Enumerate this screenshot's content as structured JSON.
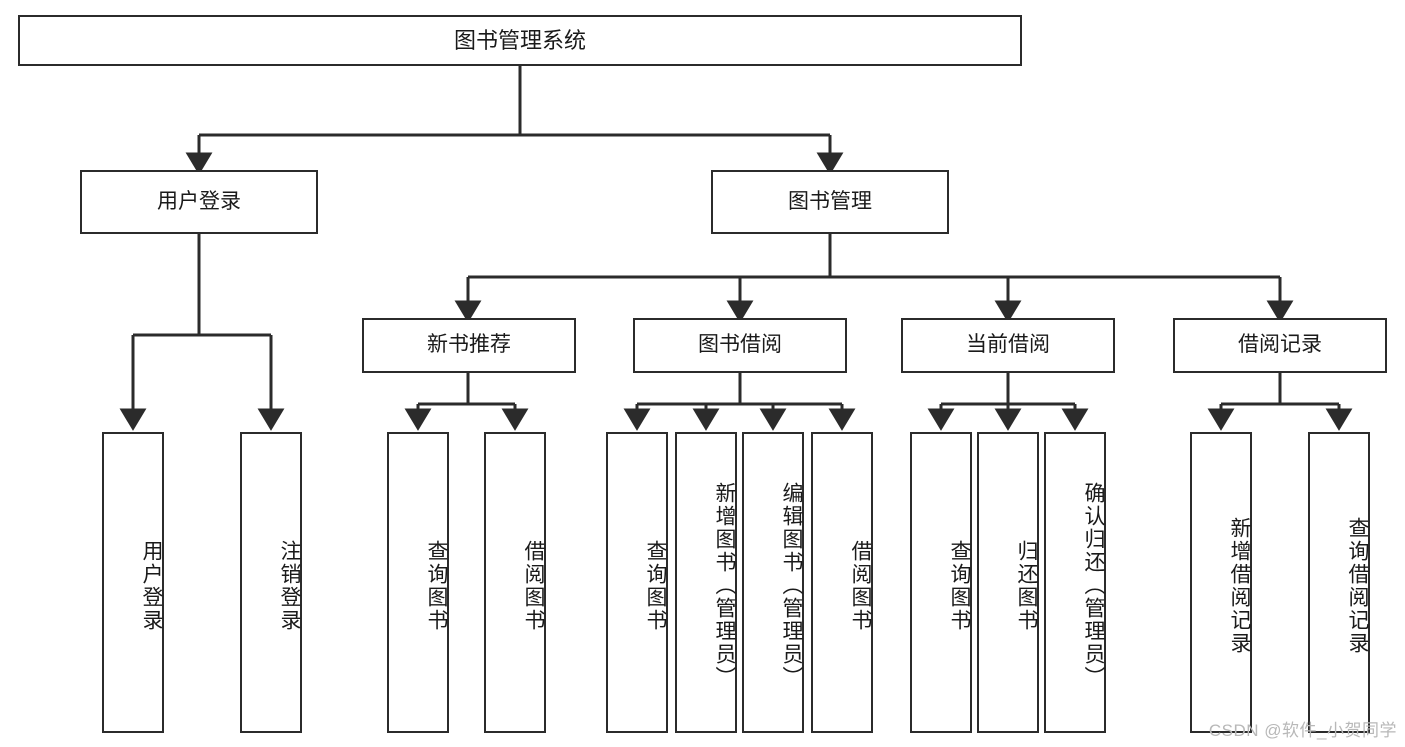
{
  "diagram": {
    "title": "图书管理系统",
    "type": "hierarchy-tree",
    "watermark": "CSDN @软件_小贺同学",
    "colors": {
      "stroke": "#2b2b2b",
      "fill": "#ffffff",
      "text": "#1a1a1a",
      "watermark": "#b8b8b8"
    },
    "levels": {
      "root": {
        "label": "图书管理系统"
      },
      "level2": [
        {
          "id": "user-login",
          "label": "用户登录"
        },
        {
          "id": "book-manage",
          "label": "图书管理"
        }
      ],
      "level3": [
        {
          "id": "new-book-rec",
          "label": "新书推荐",
          "parent": "book-manage"
        },
        {
          "id": "book-borrow",
          "label": "图书借阅",
          "parent": "book-manage"
        },
        {
          "id": "current-borrow",
          "label": "当前借阅",
          "parent": "book-manage"
        },
        {
          "id": "borrow-record",
          "label": "借阅记录",
          "parent": "book-manage"
        }
      ],
      "leaves": [
        {
          "id": "leaf-user-login",
          "label": "用户登录",
          "parent": "user-login"
        },
        {
          "id": "leaf-logout",
          "label": "注销登录",
          "parent": "user-login"
        },
        {
          "id": "leaf-query-book-1",
          "label": "查询图书",
          "parent": "new-book-rec"
        },
        {
          "id": "leaf-borrow-book-1",
          "label": "借阅图书",
          "parent": "new-book-rec"
        },
        {
          "id": "leaf-query-book-2",
          "label": "查询图书",
          "parent": "book-borrow"
        },
        {
          "id": "leaf-add-book",
          "label": "新增图书（管理员）",
          "parent": "book-borrow"
        },
        {
          "id": "leaf-edit-book",
          "label": "编辑图书（管理员）",
          "parent": "book-borrow"
        },
        {
          "id": "leaf-borrow-book-2",
          "label": "借阅图书",
          "parent": "book-borrow"
        },
        {
          "id": "leaf-query-book-3",
          "label": "查询图书",
          "parent": "current-borrow"
        },
        {
          "id": "leaf-return-book",
          "label": "归还图书",
          "parent": "current-borrow"
        },
        {
          "id": "leaf-confirm-return",
          "label": "确认归还（管理员）",
          "parent": "current-borrow"
        },
        {
          "id": "leaf-add-record",
          "label": "新增借阅记录",
          "parent": "borrow-record"
        },
        {
          "id": "leaf-query-record",
          "label": "查询借阅记录",
          "parent": "borrow-record"
        }
      ]
    }
  }
}
